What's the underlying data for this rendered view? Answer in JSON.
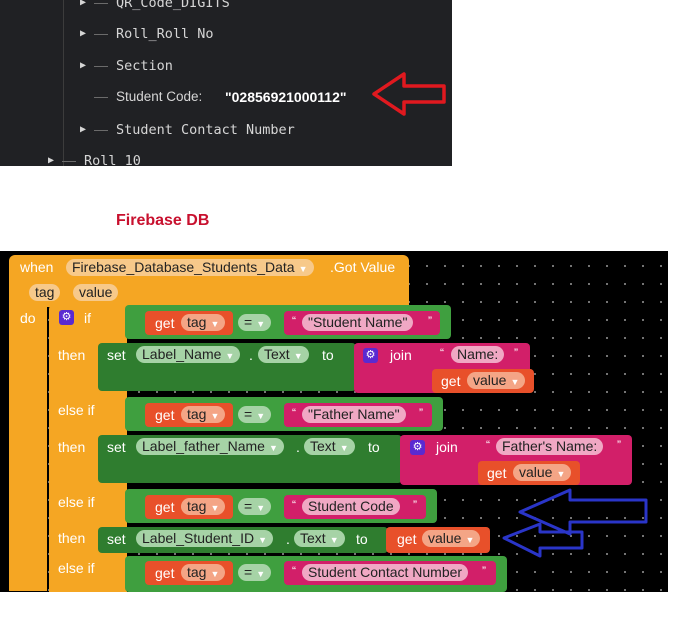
{
  "tree": {
    "rows": [
      {
        "label": "QR_Code_DIGITS",
        "expandable": true
      },
      {
        "label": "Roll_Roll No",
        "expandable": true
      },
      {
        "label": "Section",
        "expandable": true
      },
      {
        "key": "Student Code:",
        "value": "\"02856921000112\"",
        "expandable": false
      },
      {
        "label": "Student Contact Number",
        "expandable": true
      },
      {
        "label": "Roll 10",
        "expandable": true
      }
    ]
  },
  "caption": "Firebase DB",
  "blocks": {
    "event": {
      "when": "when",
      "component": "Firebase_Database_Students_Data",
      "event": ".Got Value",
      "params": [
        "tag",
        "value"
      ],
      "do": "do"
    },
    "if_kw": "if",
    "then_kw": "then",
    "elseif_kw": "else if",
    "get_kw": "get",
    "set_kw": "set",
    "to_kw": "to",
    "join_kw": "join",
    "eq": "=",
    "var_tag": "tag",
    "var_value": "value",
    "dot": ".",
    "prop_text": "Text",
    "cond1": "\"Student Name\"",
    "cond2": "\"Father Name\"",
    "cond3": "Student Code",
    "cond4": "Student Contact Number",
    "label1": "Label_Name",
    "label2": "Label_father_Name",
    "label3": "Label_Student_ID",
    "join1_text": "Name: ",
    "join2_text": "Father's Name: "
  },
  "colors": {
    "event": "#f5a623",
    "logic": "#3f9f3f",
    "variable": "#e8502a",
    "text": "#d21f69",
    "join": "#a32fb3",
    "arrow_red": "#e0191f",
    "arrow_blue": "#2a35c8"
  }
}
